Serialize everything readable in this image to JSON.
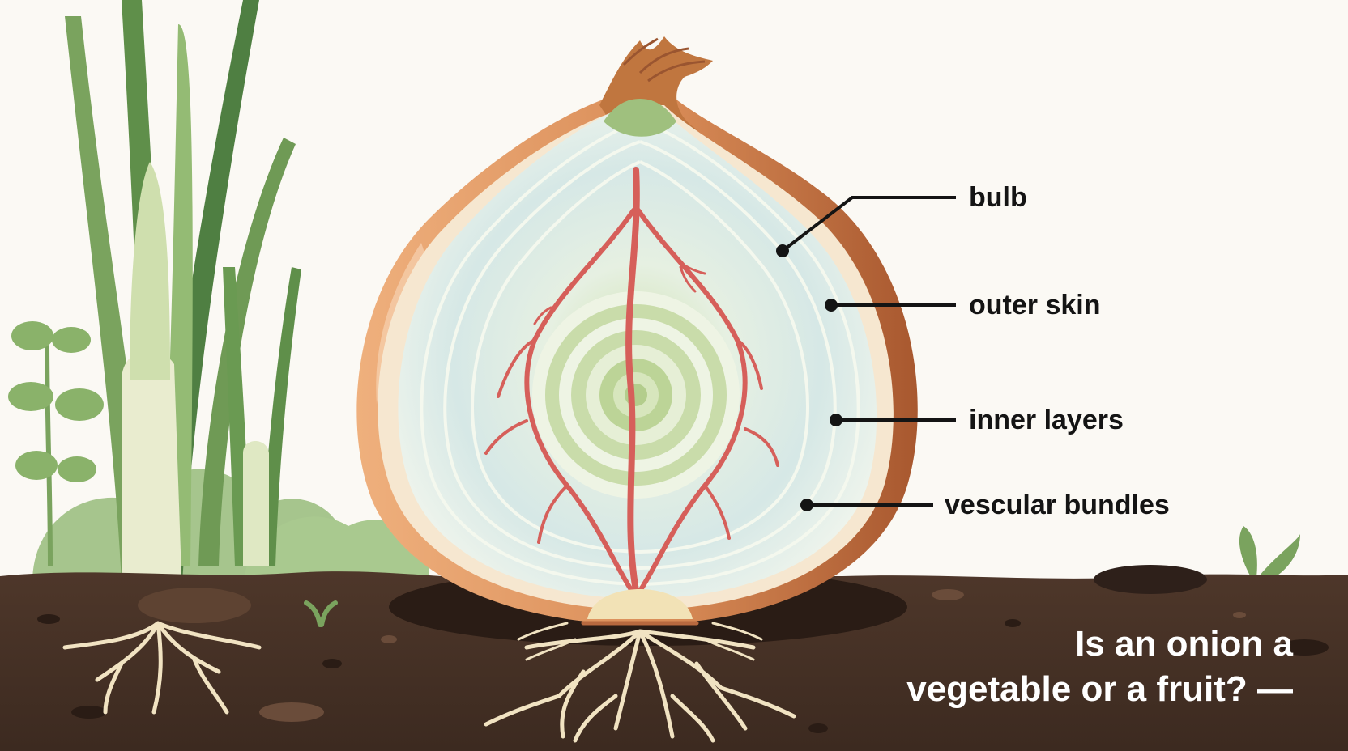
{
  "diagram": {
    "labels": {
      "bulb": "bulb",
      "outer_skin": "outer skin",
      "inner_layers": "inner layers",
      "vascular_bundles": "vescular bundles"
    },
    "question": {
      "line1": "Is an onion a",
      "line2": "vegetable or a fruit? —"
    }
  },
  "colors": {
    "background": "#fbf9f4",
    "soil": "#4a3428",
    "soil_dark": "#2e201a",
    "onion_skin": "#b8693f",
    "onion_skin_light": "#eaa877",
    "flesh": "#dcebe6",
    "flesh_center": "#b9d39a",
    "vascular": "#d65f5a",
    "root": "#f1e3c2",
    "leaf_green": "#8ab26a",
    "leaf_dark": "#4f8a4a",
    "label_text": "#141414",
    "question_text": "#ffffff"
  }
}
